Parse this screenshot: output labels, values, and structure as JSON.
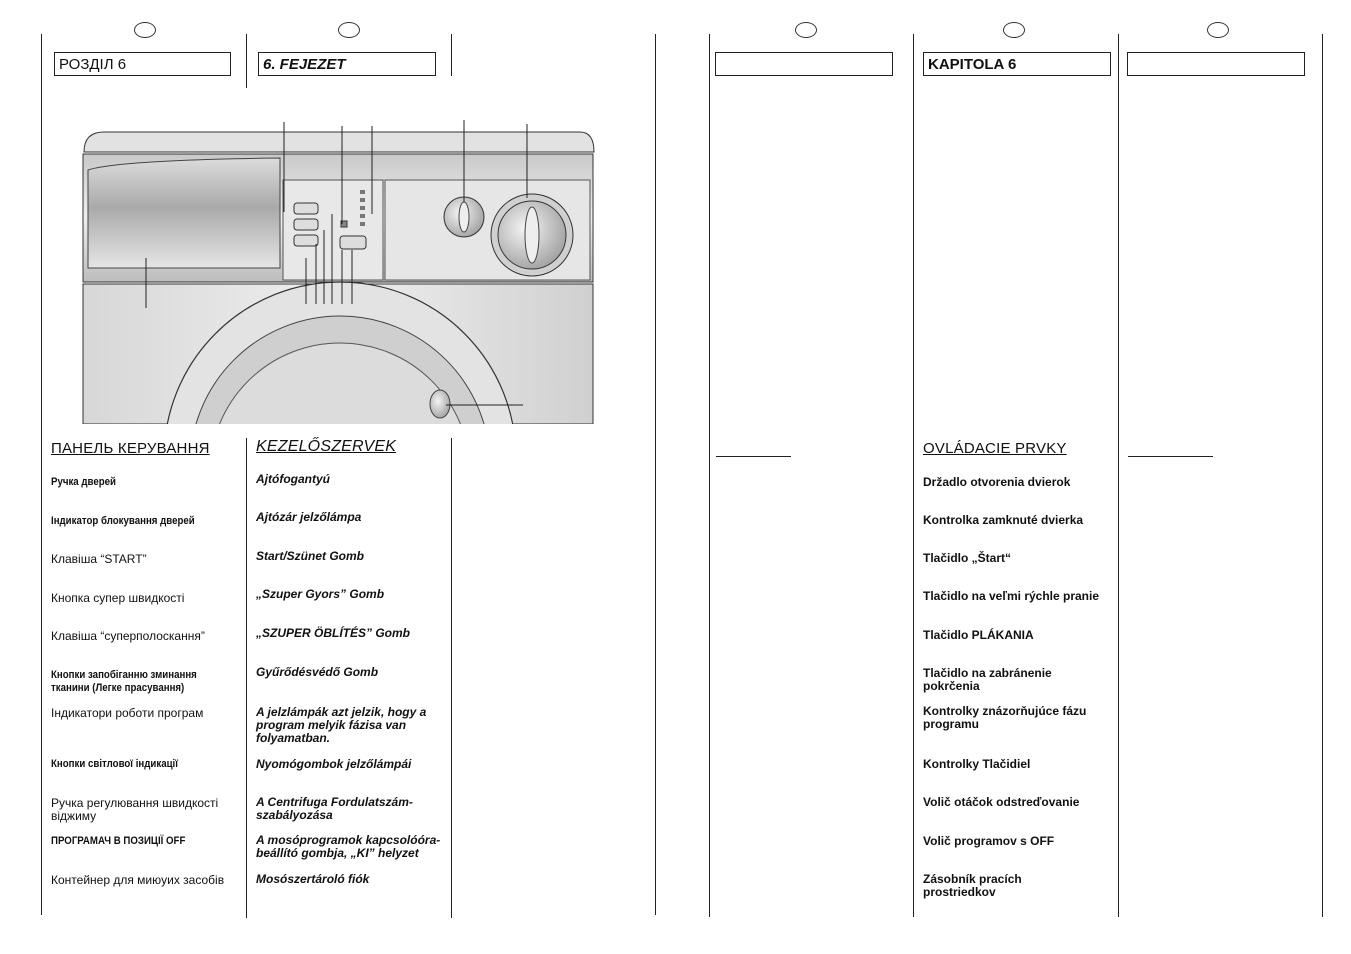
{
  "columns": {
    "ua": {
      "chapter": "РОЗДІЛ 6",
      "section_title": "ПАНЕЛЬ КЕРУВАННЯ",
      "items": [
        "Ручка дверей",
        "Індикатор блокування дверей",
        "Клавіша “START”",
        "Кнопка супер швидкості",
        "Клавіша “суперполоскання”",
        "Кнопки запобіганню зминання тканини (Легке прасування)",
        "Індикатори роботи програм",
        "Кнопки світлової індикації",
        "Ручка регулювання швидкості віджиму",
        "ПРОГРАМАЧ В ПОЗИЦІЇ OFF",
        "Контейнер для миюуих засобів"
      ]
    },
    "hu": {
      "chapter": "6. FEJEZET",
      "section_title": "KEZELŐSZERVEK",
      "items": [
        "Ajtófogantyú",
        "Ajtózár jelzőlámpa",
        "Start/Szünet Gomb",
        "„Szuper Gyors” Gomb",
        "„SZUPER ÖBLÍTÉS” Gomb",
        "Gyűrődésvédő Gomb",
        "A jelzlámpák azt jelzik, hogy a program melyik fázisa van folyamatban.",
        "Nyomógombok jelzőlámpái",
        "A Centrifuga Fordulatszám-szabályozása",
        "A mosóprogramok kapcsolóóra-beállító gombja, „KI” helyzet",
        "Mosószertároló fiók"
      ]
    },
    "blank1": {
      "chapter": ""
    },
    "sk": {
      "chapter": "KAPITOLA 6",
      "section_title": "OVLÁDACIE PRVKY",
      "items": [
        "Držadlo otvorenia dvierok",
        "Kontrolka zamknuté dvierka",
        "Tlačidlo „Štart“",
        "Tlačidlo na veľmi rýchle pranie",
        "Tlačidlo PLÁKANIA",
        "Tlačidlo na zabránenie pokrčenia",
        "Kontrolky znázorňujúce fázu programu",
        "Kontrolky Tlačidiel",
        "Volič otáčok odstreďovanie",
        "Volič programov s OFF",
        "Zásobník pracích prostriedkov"
      ]
    },
    "blank2": {
      "chapter": ""
    }
  }
}
